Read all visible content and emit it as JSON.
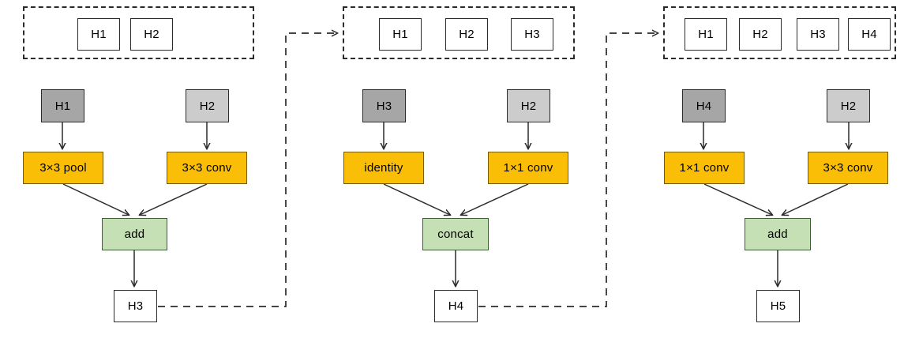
{
  "figure": {
    "type": "neural-architecture-search-cell-diagram",
    "description": "Three sequential steps of building a cell by adding one hidden state at a time",
    "colors": {
      "operation_fill": "#fbbe06",
      "merge_fill": "#c5e0b4",
      "input_primary_fill": "#a6a6a6",
      "input_secondary_fill": "#cccccc",
      "output_fill": "#ffffff",
      "stroke": "#2b2b2b"
    }
  },
  "steps": [
    {
      "id": "step-1",
      "state_pool": {
        "label": "available-hidden-states",
        "items": [
          "H1",
          "H2"
        ]
      },
      "inputs": [
        {
          "label": "H1",
          "role": "primary"
        },
        {
          "label": "H2",
          "role": "secondary"
        }
      ],
      "operations": [
        {
          "label": "3×3 pool"
        },
        {
          "label": "3×3 conv"
        }
      ],
      "merge": {
        "label": "add"
      },
      "output": {
        "label": "H3"
      }
    },
    {
      "id": "step-2",
      "state_pool": {
        "label": "available-hidden-states",
        "items": [
          "H1",
          "H2",
          "H3"
        ]
      },
      "inputs": [
        {
          "label": "H3",
          "role": "primary"
        },
        {
          "label": "H2",
          "role": "secondary"
        }
      ],
      "operations": [
        {
          "label": "identity"
        },
        {
          "label": "1×1 conv"
        }
      ],
      "merge": {
        "label": "concat"
      },
      "output": {
        "label": "H4"
      }
    },
    {
      "id": "step-3",
      "state_pool": {
        "label": "available-hidden-states",
        "items": [
          "H1",
          "H2",
          "H3",
          "H4"
        ]
      },
      "inputs": [
        {
          "label": "H4",
          "role": "primary"
        },
        {
          "label": "H2",
          "role": "secondary"
        }
      ],
      "operations": [
        {
          "label": "1×1 conv"
        },
        {
          "label": "3×3 conv"
        }
      ],
      "merge": {
        "label": "add"
      },
      "output": {
        "label": "H5"
      }
    }
  ],
  "feedback_links": [
    {
      "from": "H3",
      "to": "step-2-state-pool"
    },
    {
      "from": "H4",
      "to": "step-3-state-pool"
    }
  ]
}
